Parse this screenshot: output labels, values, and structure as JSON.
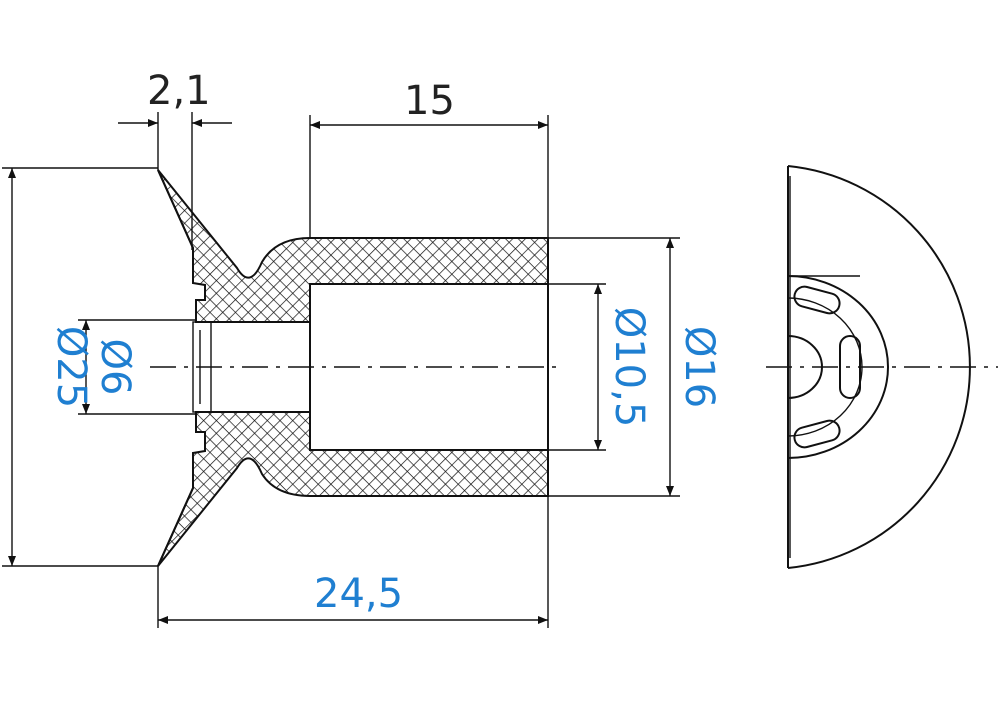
{
  "dimensions": {
    "flange_thickness": "2,1",
    "sleeve_length": "15",
    "overall_length": "24,5",
    "flange_diameter": "Ø25",
    "bore_diameter": "Ø6",
    "sleeve_inner_diameter": "Ø10,5",
    "sleeve_outer_diameter": "Ø16"
  },
  "colors": {
    "dimension_text": "#1f7fd1",
    "line": "#111111"
  }
}
